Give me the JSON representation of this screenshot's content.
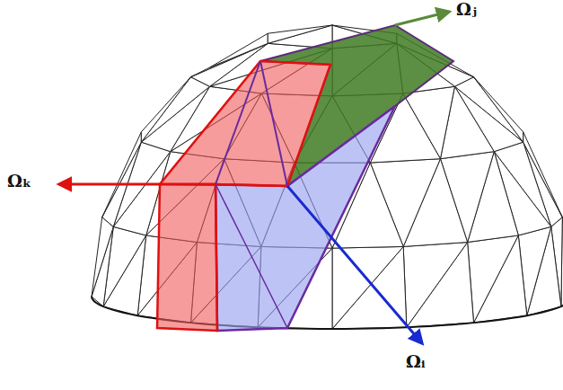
{
  "diagram": {
    "labels": [
      "Ωⱼ",
      "Ωₖ",
      "Ωᵢ"
    ]
  }
}
